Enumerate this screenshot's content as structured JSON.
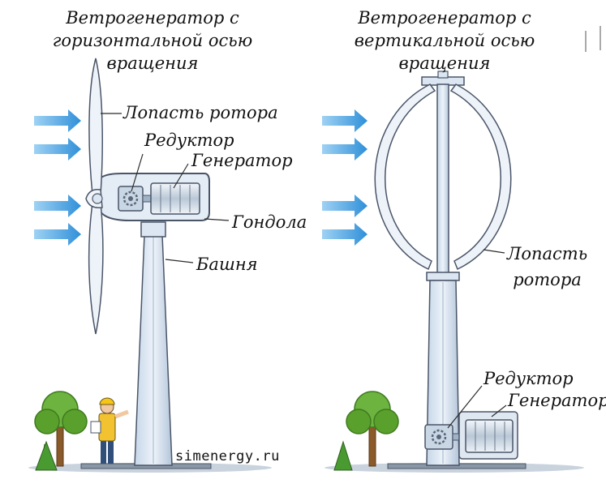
{
  "titles": {
    "horizontal": "Ветрогенератор с горизонтальной осью вращения",
    "vertical": "Ветрогенератор с вертикальной осью вращения"
  },
  "horizontal_labels": {
    "rotor_blade": "Лопасть ротора",
    "gearbox": "Редуктор",
    "generator": "Генератор",
    "nacelle": "Гондола",
    "tower": "Башня"
  },
  "vertical_labels": {
    "rotor_blade": "Лопасть ротора",
    "gearbox": "Редуктор",
    "generator": "Генератор"
  },
  "watermark": "simenergy.ru",
  "colors": {
    "wind_arrow": "#3aa0e0",
    "structure": "#dbe6f2",
    "outline": "#4a5568",
    "tree_green": "#5aa02c",
    "worker_vest": "#f2c230"
  }
}
